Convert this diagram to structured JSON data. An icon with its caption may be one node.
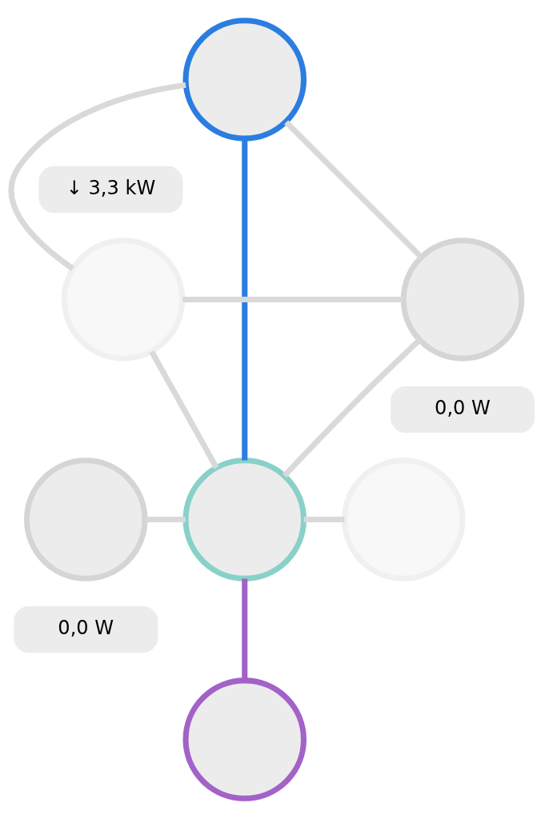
{
  "diagram": {
    "nodes": [
      {
        "text": [],
        "shape": "circle",
        "beside": [
          "↓ 3,3 kW"
        ]
      },
      {
        "text": [],
        "shape": "circle"
      },
      {
        "text": [],
        "shape": "circle",
        "beside": [
          "0,0 W"
        ]
      },
      {
        "text": [],
        "shape": "circle",
        "beside": [
          "0,0 W"
        ]
      },
      {
        "text": [],
        "shape": "circle"
      },
      {
        "text": [],
        "shape": "circle"
      },
      {
        "text": [],
        "shape": "circle"
      }
    ],
    "edges": [
      {
        "from": 0,
        "to": 1,
        "arrow": "none"
      },
      {
        "from": 0,
        "to": 4,
        "arrow": "none",
        "color": "#2b7de0"
      },
      {
        "from": 0,
        "to": 2,
        "arrow": "none"
      },
      {
        "from": 1,
        "to": 2,
        "arrow": "none"
      },
      {
        "from": 1,
        "to": 4,
        "arrow": "none"
      },
      {
        "from": 2,
        "to": 4,
        "arrow": "none"
      },
      {
        "from": 3,
        "to": 4,
        "arrow": "none"
      },
      {
        "from": 4,
        "to": 5,
        "arrow": "none"
      },
      {
        "from": 4,
        "to": 6,
        "arrow": "none",
        "color": "#a262c8"
      }
    ]
  }
}
